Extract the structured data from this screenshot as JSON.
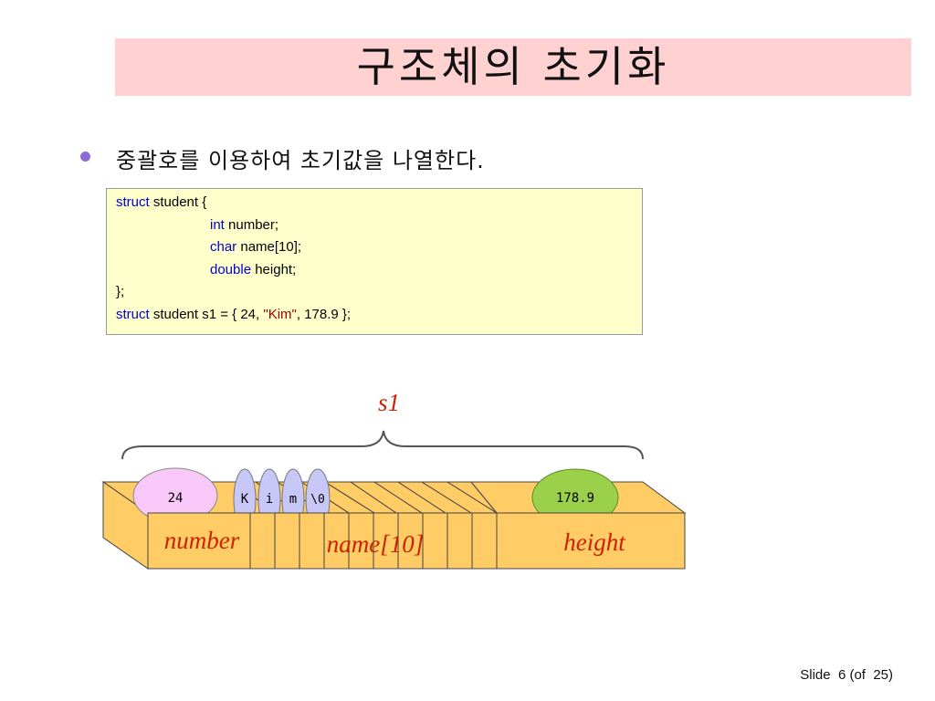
{
  "slide": {
    "title": "구조체의 초기화",
    "bullet": "중괄호를 이용하여 초기값을 나열한다."
  },
  "code": {
    "line1": {
      "kw": "struct",
      "rest": " student {"
    },
    "line2": {
      "kw": "int",
      "rest": " number;"
    },
    "line3": {
      "kw": "char",
      "rest": " name[10];"
    },
    "line4": {
      "kw": "double",
      "rest": " height;"
    },
    "line5": {
      "rest": "};"
    },
    "line6": {
      "kw": "struct",
      "rest1": " student s1 = { 24, ",
      "str": "\"Kim\"",
      "rest2": ", 178.9 };"
    }
  },
  "diagram": {
    "brace_label": "s1",
    "number_value": "24",
    "name_chars": [
      "K",
      "i",
      "m",
      "\\0"
    ],
    "height_value": "178.9",
    "number_label": "number",
    "name_label": "name[10]",
    "height_label": "height"
  },
  "footer": {
    "label": "Slide",
    "page": "6",
    "of": "(of",
    "total": "25)"
  },
  "colors": {
    "title_bg": "#ffd1d1",
    "code_bg": "#ffffcc",
    "keyword": "#0000cc",
    "string": "#a00000",
    "box_fill": "#ffcc66",
    "label_red": "#cc2200",
    "number_oval": "#f8c8f8",
    "char_oval": "#c8c8f8",
    "height_oval": "#9ad04a"
  }
}
